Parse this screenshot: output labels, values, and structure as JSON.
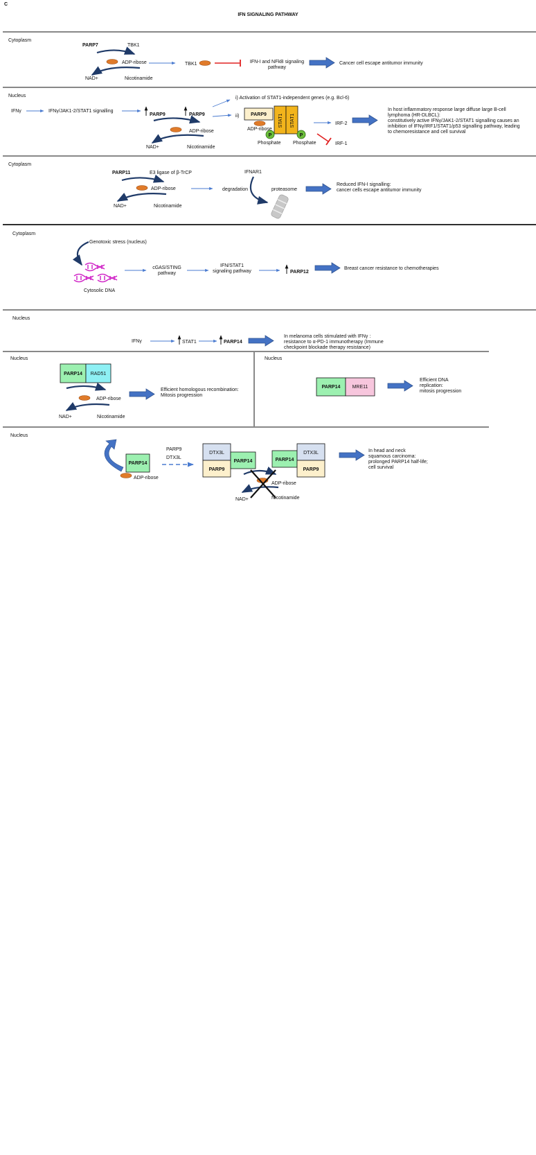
{
  "figure": {
    "label": "C",
    "title": "IFN SIGNALING PATHWAY"
  },
  "panel1": {
    "compartment": "Cytoplasm",
    "enzyme": "PARP7",
    "target": "TBK1",
    "adp": "ADP-ribose",
    "nad": "NAD+",
    "nicotinamide": "Nicotinamide",
    "product": "TBK1",
    "inhibited_line1": "IFN-I and NFkB signaling",
    "inhibited_line2": "pathway",
    "outcome": "Cancer cell escape antitumor immunity"
  },
  "panel2": {
    "compartment": "Nucleus",
    "ifng": "IFNγ",
    "signalling": "IFNγ/JAK1-2/STAT1 signalling",
    "parp9_a": "PARP9",
    "parp9_b": "PARP9",
    "adp": "ADP-ribose",
    "nad": "NAD+",
    "nicotinamide": "Nicotinamide",
    "branch_i": "i) Activation of STAT1-independent genes (e.g. Bcl-6)",
    "branch_ii": "ii)",
    "box_parp9": "PARP9",
    "box_adp": "ADP-ribose",
    "stat1_a": "STAT1",
    "stat1_b": "STAT1",
    "p_a": "P",
    "p_b": "P",
    "phosphate_a": "Phosphate",
    "phosphate_b": "Phosphate",
    "irf2": "IRF-2",
    "irf1": "IRF-1",
    "outcome": [
      "In host inflammatory response large diffuse large B-cell",
      "lymphoma (HR-DLBCL):",
      "constitutively active IFNγ/JAK1-2/STAT1 signalling causes an",
      "inhibition of IFNγ/IRF1/STAT1/p53 signalling pathway, leading",
      "to chemoresistance and cell survival"
    ]
  },
  "panel3": {
    "compartment": "Cytoplasm",
    "enzyme": "PARP11",
    "target": "E3 ligase of β-TrCP",
    "adp": "ADP-ribose",
    "nad": "NAD+",
    "nicotinamide": "Nicotinamide",
    "degradation": "degradation",
    "ifnar": "IFNAR1",
    "proteasome": "proteasome",
    "outcome": [
      "Reduced IFN-I signalling:",
      "cancer cells escape antitumor immunity"
    ]
  },
  "panel4": {
    "compartment": "Cytoplasm",
    "stress": "Genotoxic stress (nucleus)",
    "dna": "Cytosolic DNA",
    "cgas": [
      "cGAS/STING",
      "pathway"
    ],
    "ifn": [
      "IFN/STAT1",
      "signaling pathway"
    ],
    "parp12": "PARP12",
    "outcome": "Breast cancer resistance to chemotherapies"
  },
  "panel5": {
    "compartment": "Nucleus",
    "ifng": "IFNγ",
    "stat1": "STAT1",
    "parp14": "PARP14",
    "outcome": [
      "In melanoma cells  stimulated with IFNγ :",
      "resistance to α-PD-1 immunotherapy (Immune",
      "checkpoint blockade therapy resistance)"
    ]
  },
  "panel6": {
    "compartment": "Nucleus",
    "parp14": "PARP14",
    "rad51": "RAD51",
    "adp": "ADP-ribose",
    "nad": "NAD+",
    "nicotinamide": "Nicotinamide",
    "outcome": [
      "Efficient homologous recombination:",
      "Mitosis progression"
    ]
  },
  "panel7": {
    "compartment": "Nucleus",
    "parp14": "PARP14",
    "mre11": "MRE11",
    "outcome": [
      "Efficient DNA",
      "replication:",
      "mitosis progression"
    ]
  },
  "panel8": {
    "compartment": "Nucleus",
    "parp14": "PARP14",
    "adp": "ADP-ribose",
    "label_parp9": "PARP9",
    "label_dtx3l": "DTX3L",
    "dtx3l_a": "DTX3L",
    "parp9_a": "PARP9",
    "parp14_a": "PARP14",
    "parp14_b": "PARP14",
    "dtx3l_b": "DTX3L",
    "parp9_b": "PARP9",
    "adp2": "ADP-ribose",
    "nad": "NAD+",
    "nicotinamide": "Nicotinamide",
    "outcome": [
      "In head and neck",
      "squamous carcinoma:",
      "prolonged PARP14 half-life;",
      "cell survival"
    ]
  },
  "colors": {
    "arrow_blue": "#4472c4",
    "thin_arrow": "#4a7bd0",
    "curve": "#1f3a68",
    "adp_orange": "#e07b2a",
    "inhibit_red": "#e02020",
    "parp9_fill": "#fdf0cc",
    "stat1_fill": "#f2b41c",
    "phosphate_green": "#6cbf3c",
    "parp14_fill": "#9cf0b0",
    "rad51_fill": "#8ef0f4",
    "mre11_fill": "#f7c6dd",
    "dtx3l_fill": "#d6e0f0",
    "dna_magenta": "#d12bc8"
  }
}
